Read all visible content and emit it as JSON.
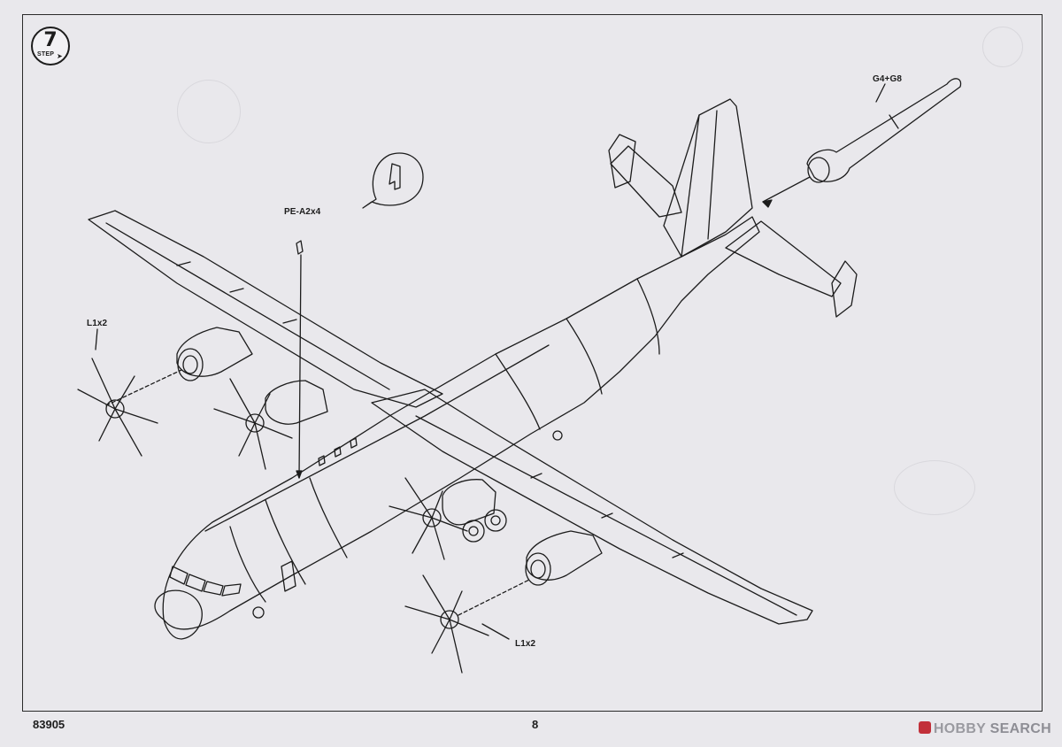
{
  "step": {
    "number": "7",
    "word": "STEP"
  },
  "callouts": {
    "tail_cone": "G4+G8",
    "antenna": "PE-A2x4",
    "left_props": "L1x2",
    "right_props": "L1x2"
  },
  "footer": {
    "code": "83905",
    "page": "8"
  },
  "watermark": {
    "brand": "HOBBY",
    "suffix": "SEARCH"
  },
  "colors": {
    "paper": "#e9e8ec",
    "ink": "#1c1c1c",
    "watermark_red": "#c2303a"
  },
  "icons": [
    "step-badge-icon",
    "antenna-part-icon",
    "propeller-icon",
    "aircraft-outline"
  ]
}
